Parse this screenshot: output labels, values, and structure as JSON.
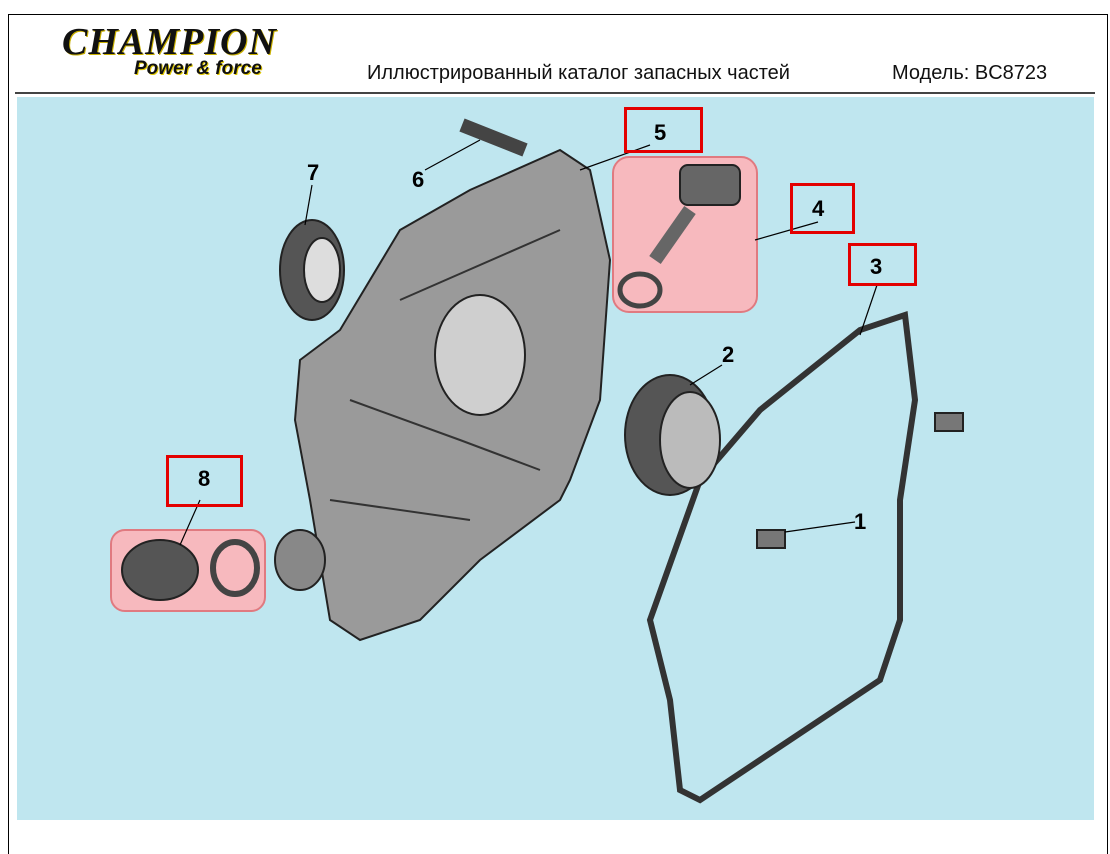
{
  "header": {
    "brand": "CHAMPION",
    "tagline": "Power & force",
    "title": "Иллюстрированный каталог запасных частей",
    "model": "Модель: BC8723"
  },
  "callouts": [
    "1",
    "2",
    "3",
    "4",
    "5",
    "6",
    "7",
    "8"
  ],
  "colors": {
    "background": "#bfe6ef",
    "highlight": "#f7b9be",
    "box": "#e30000"
  }
}
